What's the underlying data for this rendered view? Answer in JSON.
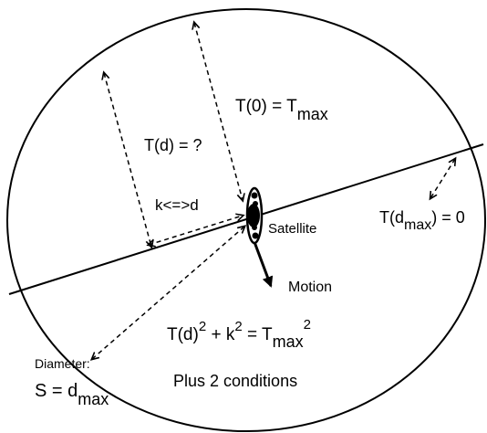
{
  "labels": {
    "t0_base": "T(0) = T",
    "t0_sub": "max",
    "td": "T(d) = ?",
    "kd": "k<=>d",
    "satellite": "Satellite",
    "tdmax_base": "T(d",
    "tdmax_sub": "max",
    "tdmax_tail": ") = 0",
    "motion": "Motion",
    "eq_a": "T(d)",
    "eq_a_sup": "2",
    "eq_b": " + k",
    "eq_b_sup": "2",
    "eq_c": " = T",
    "eq_c_sub": "max",
    "eq_c_sup": "2",
    "diameter": "Diameter:",
    "s_base": "S = d",
    "s_sub": "max",
    "plus": "Plus 2 conditions"
  },
  "colors": {
    "ink": "#000000",
    "background": "#ffffff"
  }
}
